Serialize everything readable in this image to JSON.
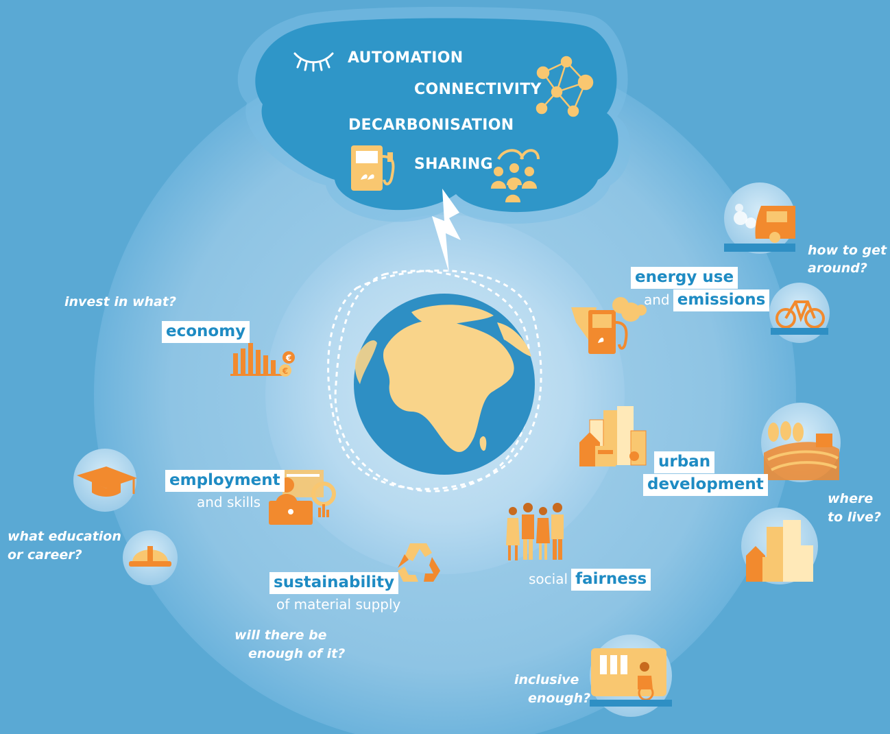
{
  "colors": {
    "background": "#5aa9d4",
    "cloud": "#2f96c8",
    "orange": "#f28a2e",
    "sand": "#f9d48a",
    "label_text": "#1e8bc3",
    "white": "#ffffff"
  },
  "cloud": {
    "trends": [
      {
        "label": "AUTOMATION",
        "icon": "eyelash-icon"
      },
      {
        "label": "CONNECTIVITY",
        "icon": "network-nodes-icon"
      },
      {
        "label": "DECARBONISATION",
        "icon": "charging-pump-icon"
      },
      {
        "label": "SHARING",
        "icon": "shared-people-icon"
      }
    ]
  },
  "themes": {
    "economy": {
      "title": "economy",
      "question": "invest in what?",
      "icon": "declining-bar-chart-euro-icon"
    },
    "energy": {
      "title_1": "energy use",
      "connector": "and",
      "title_2": "emissions",
      "icon": "fuel-pump-cloud-icon"
    },
    "employment": {
      "title": "employment",
      "sub": "and skills",
      "icon": "worker-laptop-icon"
    },
    "urban": {
      "title_1": "urban",
      "title_2": "development",
      "icon": "city-buildings-icon"
    },
    "sustainability": {
      "title": "sustainability",
      "sub": "of material supply",
      "question_1": "will there be",
      "question_2": "enough of it?",
      "icon": "recycle-icon"
    },
    "fairness": {
      "prefix": "social",
      "title": "fairness",
      "icon": "group-of-people-icon"
    }
  },
  "questions": {
    "get_around_1": "how to get",
    "get_around_2": "around?",
    "live_1": "where",
    "live_2": "to live?",
    "education_1": "what education",
    "education_2": "or career?",
    "inclusive_1": "inclusive",
    "inclusive_2": "enough?"
  },
  "outer_icons": [
    "car-exhaust-icon",
    "bicycle-icon",
    "countryside-icon",
    "town-icon",
    "graduation-cap-icon",
    "hard-hat-icon",
    "bus-wheelchair-icon"
  ]
}
